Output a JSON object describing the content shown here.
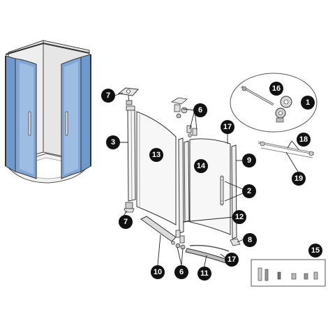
{
  "diagram": {
    "parts": {
      "p1": "1",
      "p2": "2",
      "p3": "3",
      "p6a": "6",
      "p6b": "6",
      "p7a": "7",
      "p7b": "7",
      "p8": "8",
      "p9": "9",
      "p10": "10",
      "p11": "11",
      "p12": "12",
      "p13": "13",
      "p14": "14",
      "p15": "15",
      "p16": "16",
      "p17a": "17",
      "p17b": "17",
      "p18": "18",
      "p19": "19"
    },
    "colors": {
      "badge": "#111111",
      "badge_text": "#ffffff",
      "glass_blue": "#7fa6d4",
      "frame_line": "#333333",
      "silver": "#c8c8c8"
    }
  }
}
